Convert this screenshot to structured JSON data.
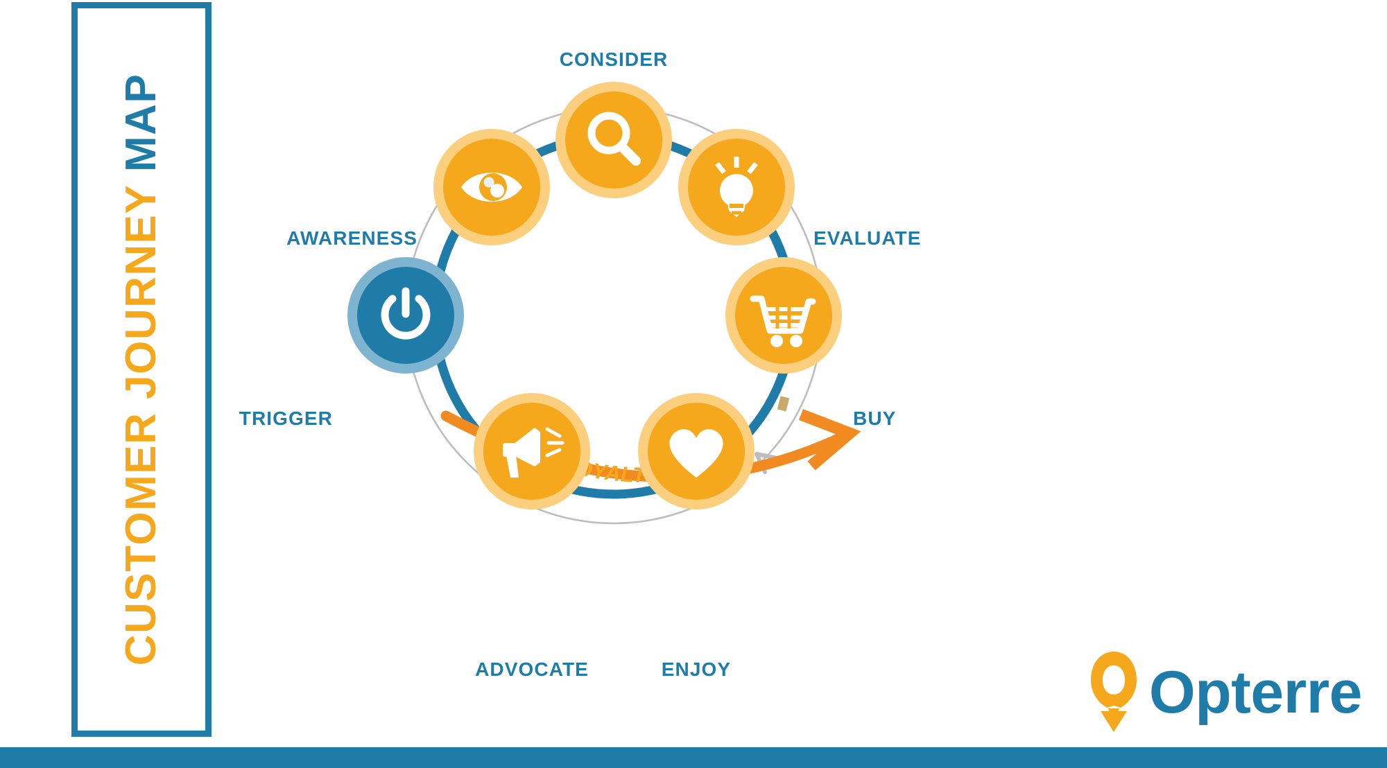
{
  "title": {
    "part_amber": "CUSTOMER JOURNEY",
    "part_blue": "MAP",
    "full": "CUSTOMER JOURNEY MAP"
  },
  "colors": {
    "amber": "#F5A81C",
    "amber_ring": "#FBCF7D",
    "blue": "#1F7BA8",
    "blue_ring": "#7FB4D1",
    "orange_arrow": "#F18A21",
    "gray_guide": "#BDBDBD",
    "tan_crossing": "#C9A96A",
    "white": "#FFFFFF"
  },
  "diagram": {
    "type": "cycle",
    "direction": "clockwise",
    "stages": [
      {
        "id": "trigger",
        "label": "TRIGGER",
        "icon": "power-icon",
        "angle_deg": 180,
        "label_side": "left",
        "accent": "blue"
      },
      {
        "id": "awareness",
        "label": "AWARENESS",
        "icon": "eye-icon",
        "angle_deg": 231,
        "label_side": "left",
        "accent": "amber"
      },
      {
        "id": "consider",
        "label": "CONSIDER",
        "icon": "search-icon",
        "angle_deg": 282,
        "label_side": "top",
        "accent": "amber"
      },
      {
        "id": "evaluate",
        "label": "EVALUATE",
        "icon": "lightbulb-icon",
        "angle_deg": 333,
        "label_side": "right",
        "accent": "amber"
      },
      {
        "id": "buy",
        "label": "BUY",
        "icon": "cart-icon",
        "angle_deg": 0,
        "label_side": "right",
        "accent": "amber"
      },
      {
        "id": "enjoy",
        "label": "ENJOY",
        "icon": "heart-icon",
        "angle_deg": 51,
        "label_side": "bottom",
        "accent": "amber"
      },
      {
        "id": "advocate",
        "label": "ADVOCATE",
        "icon": "megaphone-icon",
        "angle_deg": 102,
        "label_side": "bottom",
        "accent": "amber"
      }
    ],
    "loop": {
      "label": "LOYALTY LOOP",
      "from": "trigger",
      "to": "buy",
      "arrow": "orange-curved-arrow"
    },
    "guide_ring": {
      "style": "thin-gray-circle",
      "arrowheads": 2,
      "arrow_positions": [
        "upper-left",
        "lower-right"
      ]
    }
  },
  "logo": {
    "word": "Opterre",
    "mark": "location-pin-o-icon"
  }
}
